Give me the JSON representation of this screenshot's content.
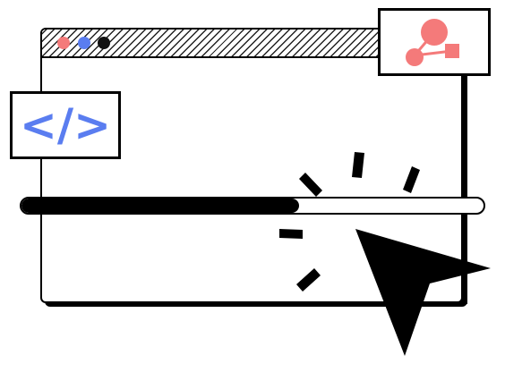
{
  "illustration": {
    "window": {
      "traffic_lights": [
        {
          "name": "red-dot",
          "color": "#f47a7a"
        },
        {
          "name": "blue-dot",
          "color": "#5a7df0"
        },
        {
          "name": "black-dot",
          "color": "#111111"
        }
      ]
    },
    "progress": {
      "value_percent": 60,
      "fill_color": "#000000"
    },
    "code_card": {
      "glyph": "</>",
      "color": "#5a7df0"
    },
    "network_card": {
      "icon": "network-nodes-icon",
      "color": "#f47a7a"
    },
    "cursor": {
      "icon": "arrow-cursor-icon",
      "color": "#000000"
    },
    "click_burst": {
      "icon": "click-burst-icon"
    }
  }
}
